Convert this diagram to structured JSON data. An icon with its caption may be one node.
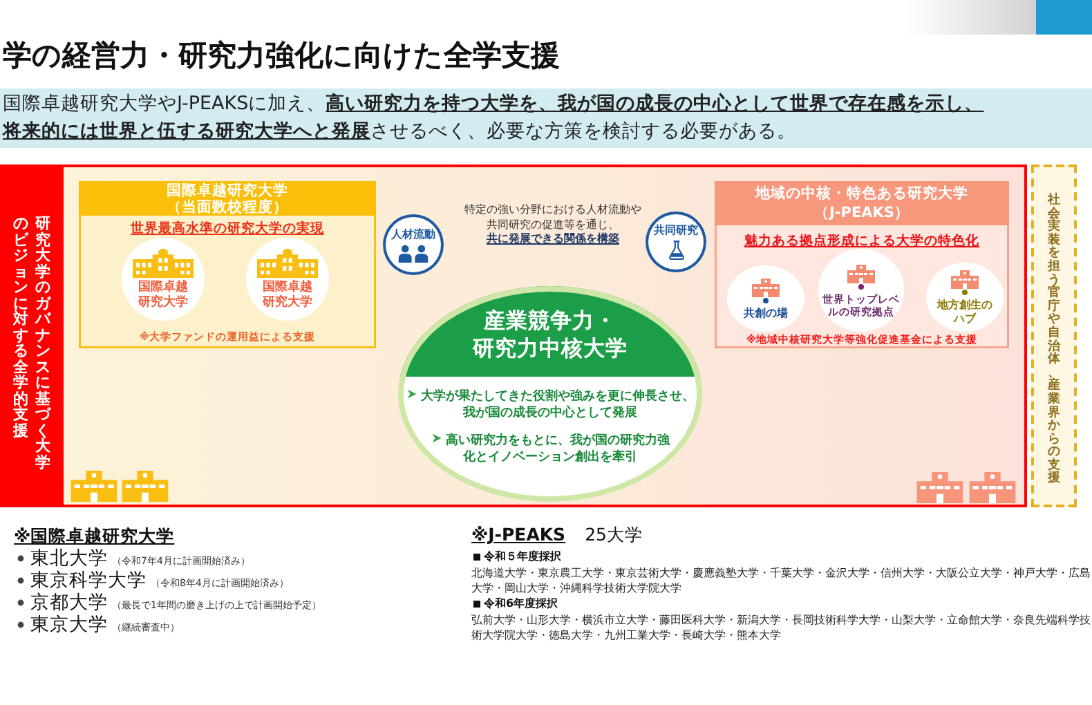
{
  "diagram": {
    "title": "学の経営力・研究力強化に向けた全学支援",
    "nodes": [
      {
        "text": [
          "国際卓越研究大学やJ-PEAKSに加え、**高い研究力を持つ大学を、我が国の成長の中心として世界で存在感を示し、将来的には世界と伍する研究大学へと発展**させるべく、必要な方策を検討する必要がある。"
        ]
      },
      {
        "text": [
          "研究大学のガバナンスに基づく大学のビジョンに対する全学的支援"
        ]
      },
      {
        "text": [
          "国際卓越研究大学（当面数校程度）",
          "世界最高水準の研究大学の実現",
          "※大学ファンドの運用益による支援"
        ],
        "in": 1
      },
      {
        "text": [
          "国際卓越研究大学"
        ],
        "in": 2
      },
      {
        "text": [
          "国際卓越研究大学"
        ],
        "in": 2
      },
      {
        "text": [
          "人材流動"
        ],
        "in": 1
      },
      {
        "text": [
          "共同研究"
        ],
        "in": 1
      },
      {
        "text": [
          "産業競争力・研究力中核大学",
          "大学が果たしてきた役割や強みを更に伸長させ、我が国の成長の中心として発展",
          "高い研究力をもとに、我が国の研究力強化とイノベーション創出を牽引"
        ],
        "in": 1
      },
      {
        "text": [
          "地域の中核・特色ある研究大学（J-PEAKS）",
          "魅力ある拠点形成による大学の特色化",
          "※地域中核研究大学等強化促進基金による支援"
        ],
        "in": 1
      },
      {
        "text": [
          "共創の場"
        ],
        "in": 8
      },
      {
        "text": [
          "世界トップレベルの研究拠点"
        ],
        "in": 8
      },
      {
        "text": [
          "地方創生のハブ"
        ],
        "in": 8
      },
      {
        "text": [
          "社会実装を担う官庁や自治体、産業界からの支援"
        ]
      }
    ],
    "labels": [
      "特定の強い分野における人材流動や共同研究の促進等を通じ、**共に発展できる関係を構築**",
      "※国際卓越研究大学",
      "東北大学",
      "（令和7年4月に計画開始済み）",
      "東京科学大学",
      "（令和8年4月に計画開始済み）",
      "京都大学",
      "（最長で1年間の磨き上げの上で計画開始予定）",
      "東京大学",
      "（継続審査中）",
      "※J-PEAKS",
      "25大学",
      "令和５年度採択",
      "北海道大学・東京農工大学・東京芸術大学・慶應義塾大学・千葉大学・金沢大学・信州大学・大阪公立大学・神戸大学・広島大学・岡山大学・沖縄科学技術大学院大学",
      "令和6年度採択",
      "弘前大学・山形大学・横浜市立大学・藤田医科大学・新潟大学・長岡技術科学大学・山梨大学・立命館大学・奈良先端科学技術大学院大学・徳島大学・九州工業大学・長崎大学・熊本大学"
    ]
  }
}
